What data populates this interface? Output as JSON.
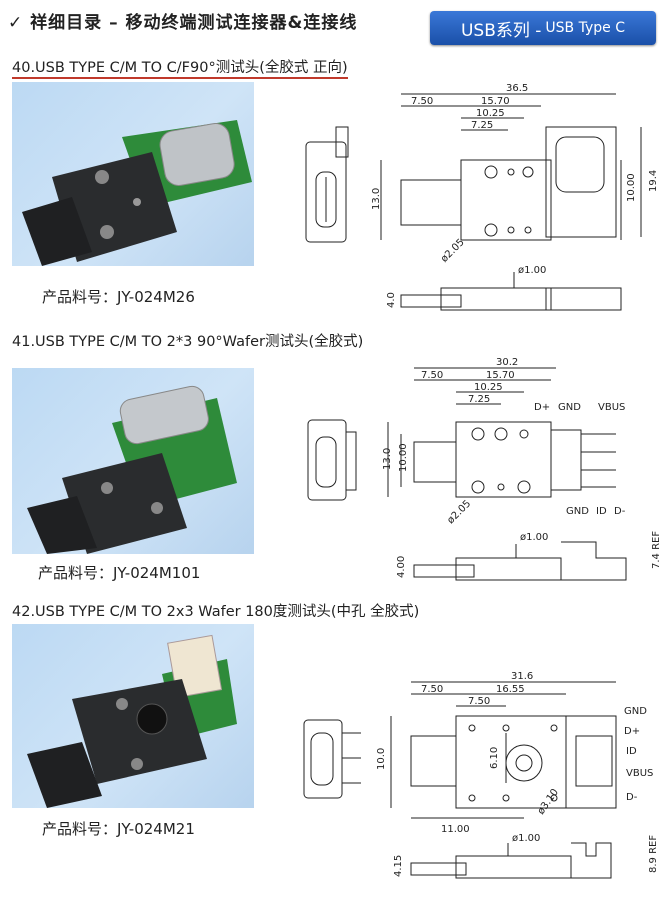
{
  "header": {
    "title": "✓  祥细目录 – 移动终端测试连接器&连接线",
    "badge_main": "USB系列 -",
    "badge_sub": "USB Type C"
  },
  "colors": {
    "badge": "#2563c4",
    "underline": "#c0392b",
    "pcb": "#2e8b3a"
  },
  "items": [
    {
      "title": "40.USB TYPE C/M TO C/F90°测试头(全胶式 正向)",
      "part": "产品料号：JY-024M26",
      "dims": {
        "d365": "36.5",
        "d750": "7.50",
        "d1570": "15.70",
        "d1025": "10.25",
        "d725": "7.25",
        "d130": "13.0",
        "d1000": "10.00",
        "d194": "19.4",
        "d205": "ø2.05",
        "d100": "ø1.00",
        "d40": "4.0"
      }
    },
    {
      "title": "41.USB TYPE C/M TO 2*3 90°Wafer测试头(全胶式)",
      "part": "产品料号：JY-024M101",
      "dims": {
        "d302": "30.2",
        "d750": "7.50",
        "d1570": "15.70",
        "d1025": "10.25",
        "d725": "7.25",
        "dp": "D+",
        "gnd": "GND",
        "vbus": "VBUS",
        "d130": "13.0",
        "d1000": "10.00",
        "d205": "ø2.05",
        "gnd2": "GND",
        "id": "ID",
        "dm": "D-",
        "d100": "ø1.00",
        "d400": "4.00",
        "d74": "7.4 REF"
      }
    },
    {
      "title": "42.USB TYPE C/M TO 2x3 Wafer 180度测试头(中孔 全胶式)",
      "part": "产品料号：JY-024M21",
      "dims": {
        "d316": "31.6",
        "d750": "7.50",
        "d1655": "16.55",
        "d750b": "7.50",
        "d610": "6.10",
        "d100v": "10.0",
        "d1100": "11.00",
        "d310": "ø3.10",
        "gnd": "GND",
        "dp": "D+",
        "id": "ID",
        "vbus": "VBUS",
        "dm": "D-",
        "d100": "ø1.00",
        "d415": "4.15",
        "d89": "8.9 REF"
      }
    }
  ]
}
